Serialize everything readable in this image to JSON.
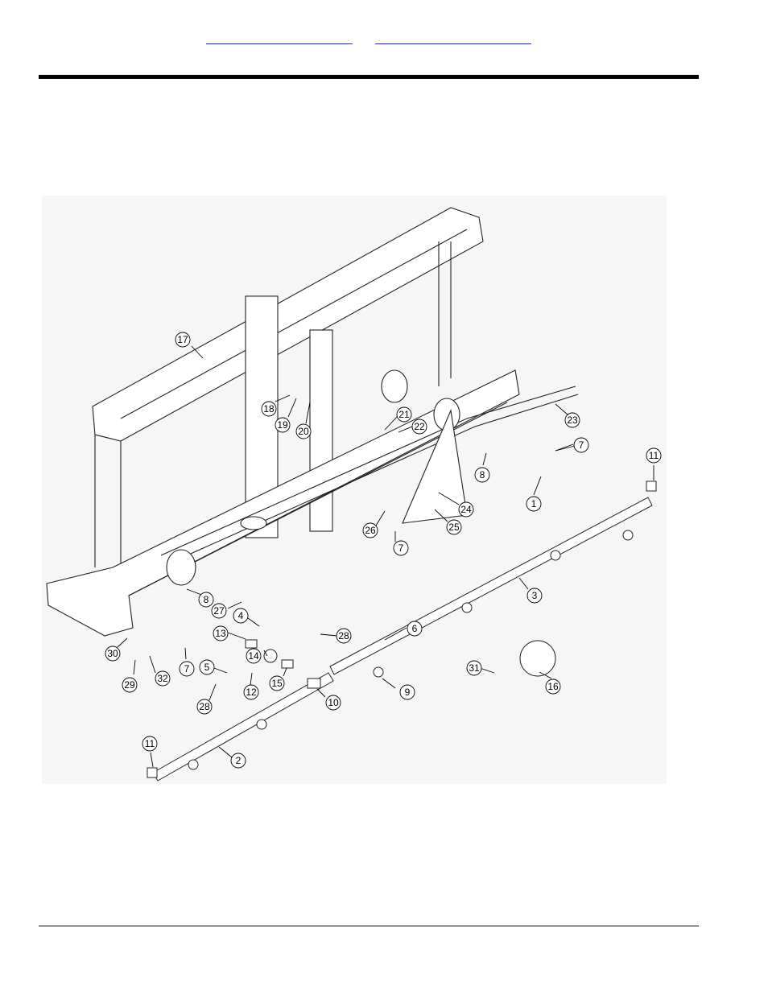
{
  "header": {
    "link_left": "",
    "link_right": ""
  },
  "figure": {
    "callouts": [
      "1",
      "2",
      "3",
      "4",
      "5",
      "6",
      "7",
      "8",
      "9",
      "10",
      "11",
      "12",
      "13",
      "14",
      "15",
      "16",
      "17",
      "18",
      "19",
      "20",
      "21",
      "22",
      "23",
      "24",
      "25",
      "26",
      "27",
      "28",
      "29",
      "30",
      "31",
      "32"
    ]
  }
}
